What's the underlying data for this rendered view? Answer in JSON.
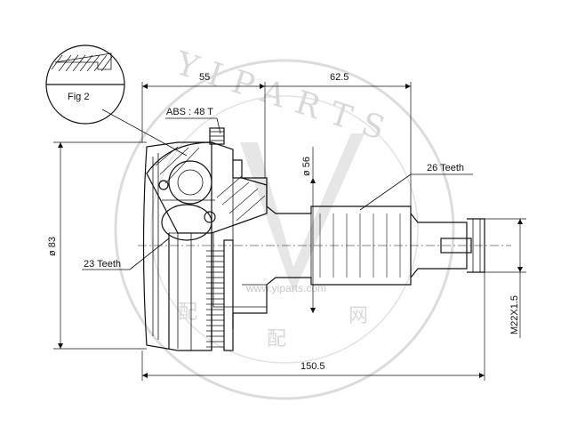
{
  "watermark": {
    "brand": "YIPARTS",
    "url": "www.yiparts.com",
    "cjk_1": "配",
    "cjk_2": "网",
    "cjk_3": "配",
    "color": "#d0d0d0"
  },
  "detail": {
    "label": "Fig 2"
  },
  "dimensions": {
    "top_left": "55",
    "top_right": "62.5",
    "overall_length": "150.5",
    "outer_diameter": "ø 83",
    "shaft_diameter": "ø 56",
    "thread": "M22X1.5"
  },
  "callouts": {
    "abs": "ABS : 48 T",
    "outer_teeth": "26 Teeth",
    "inner_teeth": "23 Teeth"
  },
  "colors": {
    "line": "#111111",
    "background": "#ffffff"
  }
}
